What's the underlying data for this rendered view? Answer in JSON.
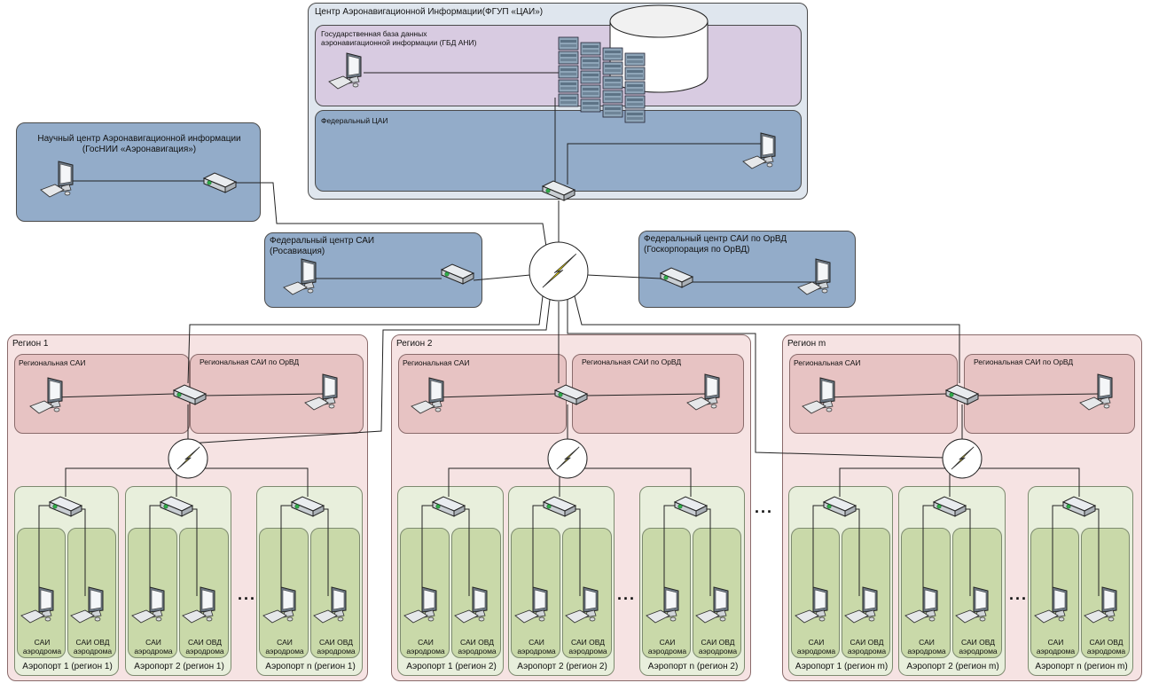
{
  "top": {
    "title": "Центр Аэронавигационной Информации(ФГУП «ЦАИ»)",
    "db_title_1": "Государственная база данных",
    "db_title_2": "аэронавигационной информации  (ГБД АНИ)",
    "federal_cai": "Федеральный ЦАИ"
  },
  "science": {
    "line1": "Научный центр Аэронавигационной информации",
    "line2": "(ГосНИИ «Аэронавигация»)"
  },
  "fed_sai": {
    "line1": "Федеральный центр САИ",
    "line2": "(Росавиация)"
  },
  "fed_orvd": {
    "line1": "Федеральный центр САИ по ОрВД",
    "line2": "(Госкорпорация по ОрВД)"
  },
  "regions": [
    {
      "name": "Регион 1",
      "left": "Региональная САИ",
      "right": "Региональная САИ по ОрВД",
      "airports": [
        "Аэропорт 1 (регион 1)",
        "Аэропорт 2 (регион 1)",
        "Аэропорт n (регион 1)"
      ]
    },
    {
      "name": "Регион 2",
      "left": "Региональная САИ",
      "right": "Региональная САИ по ОрВД",
      "airports": [
        "Аэропорт 1 (регион 2)",
        "Аэропорт 2 (регион 2)",
        "Аэропорт n (регион 2)"
      ]
    },
    {
      "name": "Регион m",
      "left": "Региональная САИ",
      "right": "Региональная САИ по ОрВД",
      "airports": [
        "Аэропорт 1 (регион m)",
        "Аэропорт 2 (регион m)",
        "Аэропорт n (регион m)"
      ]
    }
  ],
  "ap_labels": {
    "sai_1": "САИ",
    "sai_2": "аэродрома",
    "ovd_1": "САИ ОВД",
    "ovd_2": "аэродрома"
  },
  "ellipsis": "..."
}
